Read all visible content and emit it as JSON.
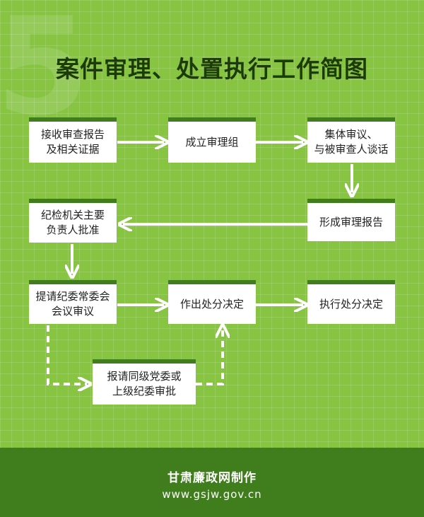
{
  "background_number": "5",
  "title": "案件审理、处置执行工作简图",
  "steps": [
    "接收审查报告\n及相关证据",
    "成立审理组",
    "集体审议、\n与被审查人谈话",
    "形成审理报告",
    "纪检机关主要\n负责人批准",
    "提请纪委常委会\n会议审议",
    "作出处分决定",
    "执行处分决定",
    "报请同级党委或\n上级纪委审批"
  ],
  "footer": {
    "org": "甘肃廉政网制作",
    "url": "www.gsjw.gov.cn"
  },
  "colors": {
    "background": "#86c442",
    "box_bar": "#3f7d1d",
    "footer": "#3f7d1d",
    "title": "#1d3a09",
    "arrow": "#ffffff"
  }
}
